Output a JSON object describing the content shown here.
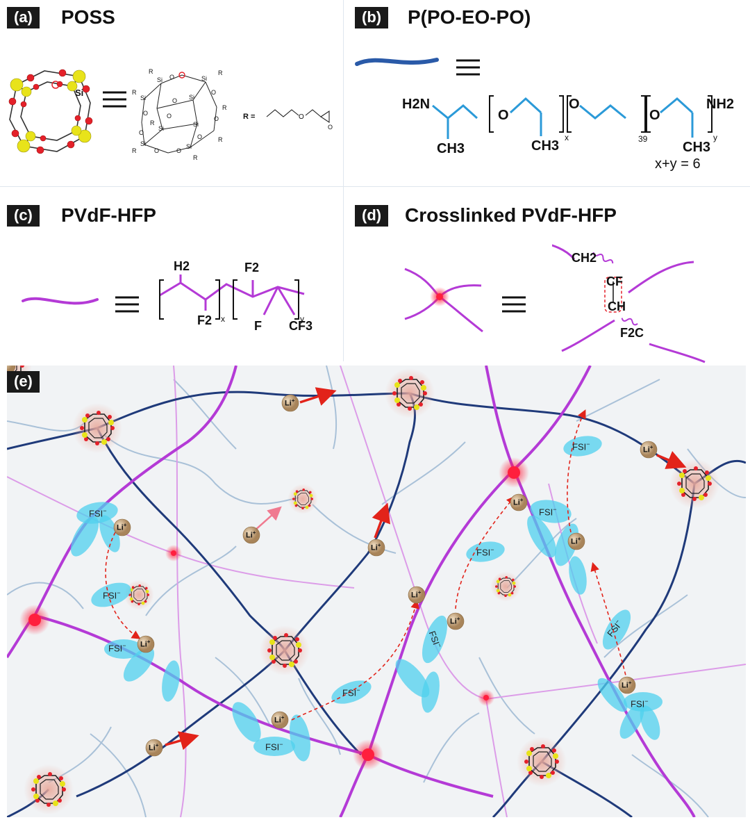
{
  "panels": {
    "a": {
      "tag": "(a)",
      "title": "POSS",
      "structure": {
        "si": "Si",
        "o": "O",
        "r": "R",
        "r_def": "R ="
      }
    },
    "b": {
      "tag": "(b)",
      "title": "P(PO-EO-PO)",
      "structure": {
        "h2n": "H2N",
        "nh2": "NH2",
        "o": "O",
        "ch3": "CH3",
        "sub_x": "x",
        "sub_39": "39",
        "sub_y": "y",
        "constraint": "x+y = 6"
      }
    },
    "c": {
      "tag": "(c)",
      "title": "PVdF-HFP",
      "structure": {
        "h2": "H2",
        "f2": "F2",
        "f": "F",
        "cf3": "CF3",
        "sub_x": "x",
        "sub_y": "y"
      }
    },
    "d": {
      "tag": "(d)",
      "title": "Crosslinked PVdF-HFP",
      "structure": {
        "ch2": "CH2",
        "cf": "CF",
        "ch": "CH",
        "f2c": "F2C"
      }
    },
    "e": {
      "tag": "(e)",
      "labels": {
        "li": "Li",
        "li_charge": "+",
        "fsi": "FSI",
        "fsi_charge": "−"
      }
    }
  },
  "colors": {
    "poss_node": "#e4212a",
    "poss_si": "#e8e31a",
    "peo_chain": "#1f3a7a",
    "peo_light": "#9bb6d2",
    "pvdf_chain": "#b43ad6",
    "crosslink": "#ff1f3d",
    "fsi": "#4fd0ee",
    "li": "#c8a77a",
    "arrow": "#e2231a"
  },
  "icons": [
    "equivalence-icon",
    "poss-cage-icon",
    "crosslink-node-icon",
    "li-ion-icon",
    "fsi-anion-icon"
  ]
}
